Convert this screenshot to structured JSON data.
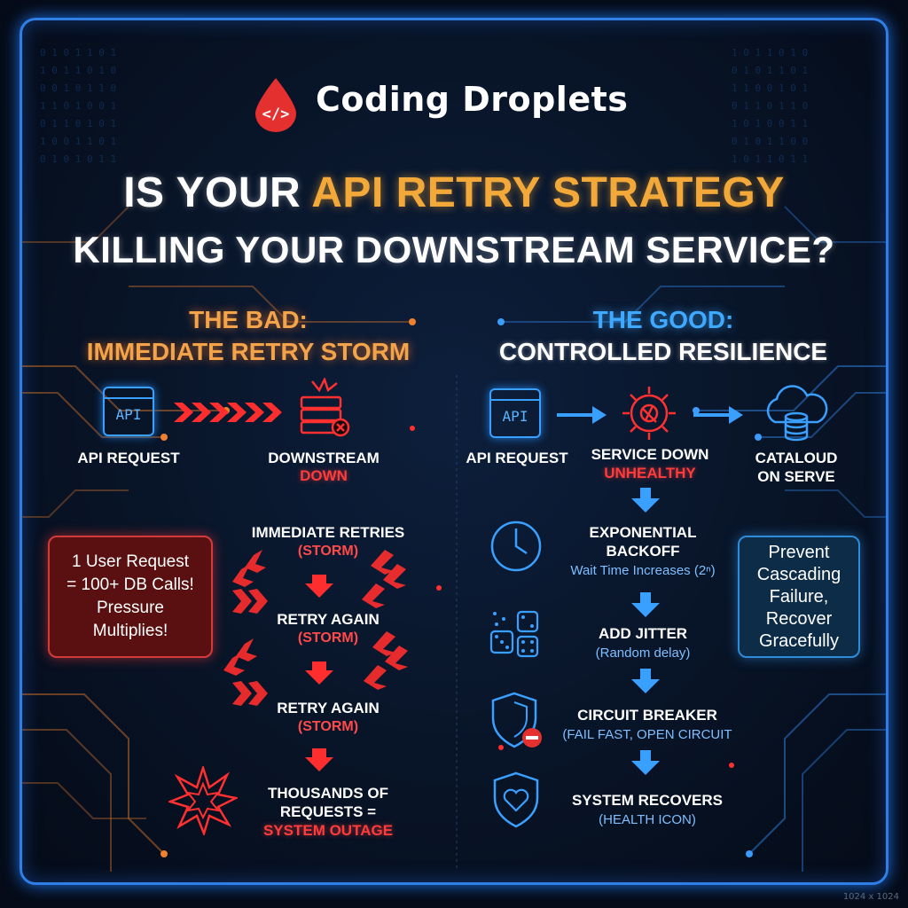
{
  "brand": {
    "name": "Coding Droplets",
    "icon": "code-droplet-icon"
  },
  "headline": {
    "line1_prefix": "IS YOUR ",
    "line1_highlight": "API RETRY STRATEGY",
    "line2": "KILLING YOUR DOWNSTREAM SERVICE?"
  },
  "bad": {
    "title1": "THE BAD:",
    "title2": "IMMEDIATE RETRY STORM",
    "api_icon_text": "API",
    "api_label": "API REQUEST",
    "downstream_label": "DOWNSTREAM",
    "downstream_status": "DOWN",
    "retry1": "IMMEDIATE RETRIES",
    "retry1_sub": "(STORM)",
    "retry2": "RETRY AGAIN",
    "retry2_sub": "(STORM)",
    "retry3": "RETRY AGAIN",
    "retry3_sub": "(STORM)",
    "outcome1": "THOUSANDS OF",
    "outcome2": "REQUESTS =",
    "outcome3": "SYSTEM OUTAGE",
    "callout_lines": [
      "1 User Request",
      "= 100+ DB Calls!",
      "Pressure",
      "Multiplies!"
    ]
  },
  "good": {
    "title1": "THE GOOD:",
    "title2": "CONTROLLED RESILIENCE",
    "api_icon_text": "API",
    "api_label": "API REQUEST",
    "service_label": "SERVICE DOWN",
    "service_status": "UNHEALTHY",
    "cloud_label1": "CATALOUD",
    "cloud_label2": "ON SERVE",
    "backoff1": "EXPONENTIAL",
    "backoff2": "BACKOFF",
    "backoff_sub": "Wait Time Increases (2ⁿ)",
    "jitter": "ADD JITTER",
    "jitter_sub": "(Random delay)",
    "breaker": "CIRCUIT BREAKER",
    "breaker_sub": "(FAIL FAST, OPEN CIRCUIT",
    "recover": "SYSTEM RECOVERS",
    "recover_sub": "(HEALTH ICON)",
    "callout_lines": [
      "Prevent",
      "Cascading",
      "Failure,",
      "Recover",
      "Gracefully"
    ]
  },
  "footer": {
    "size_tag": "1024 x 1024"
  },
  "colors": {
    "accent_orange": "#f3a83a",
    "bad_red": "#ff3b3b",
    "good_blue": "#3fa9ff",
    "frame_blue": "#2f7fe6"
  }
}
